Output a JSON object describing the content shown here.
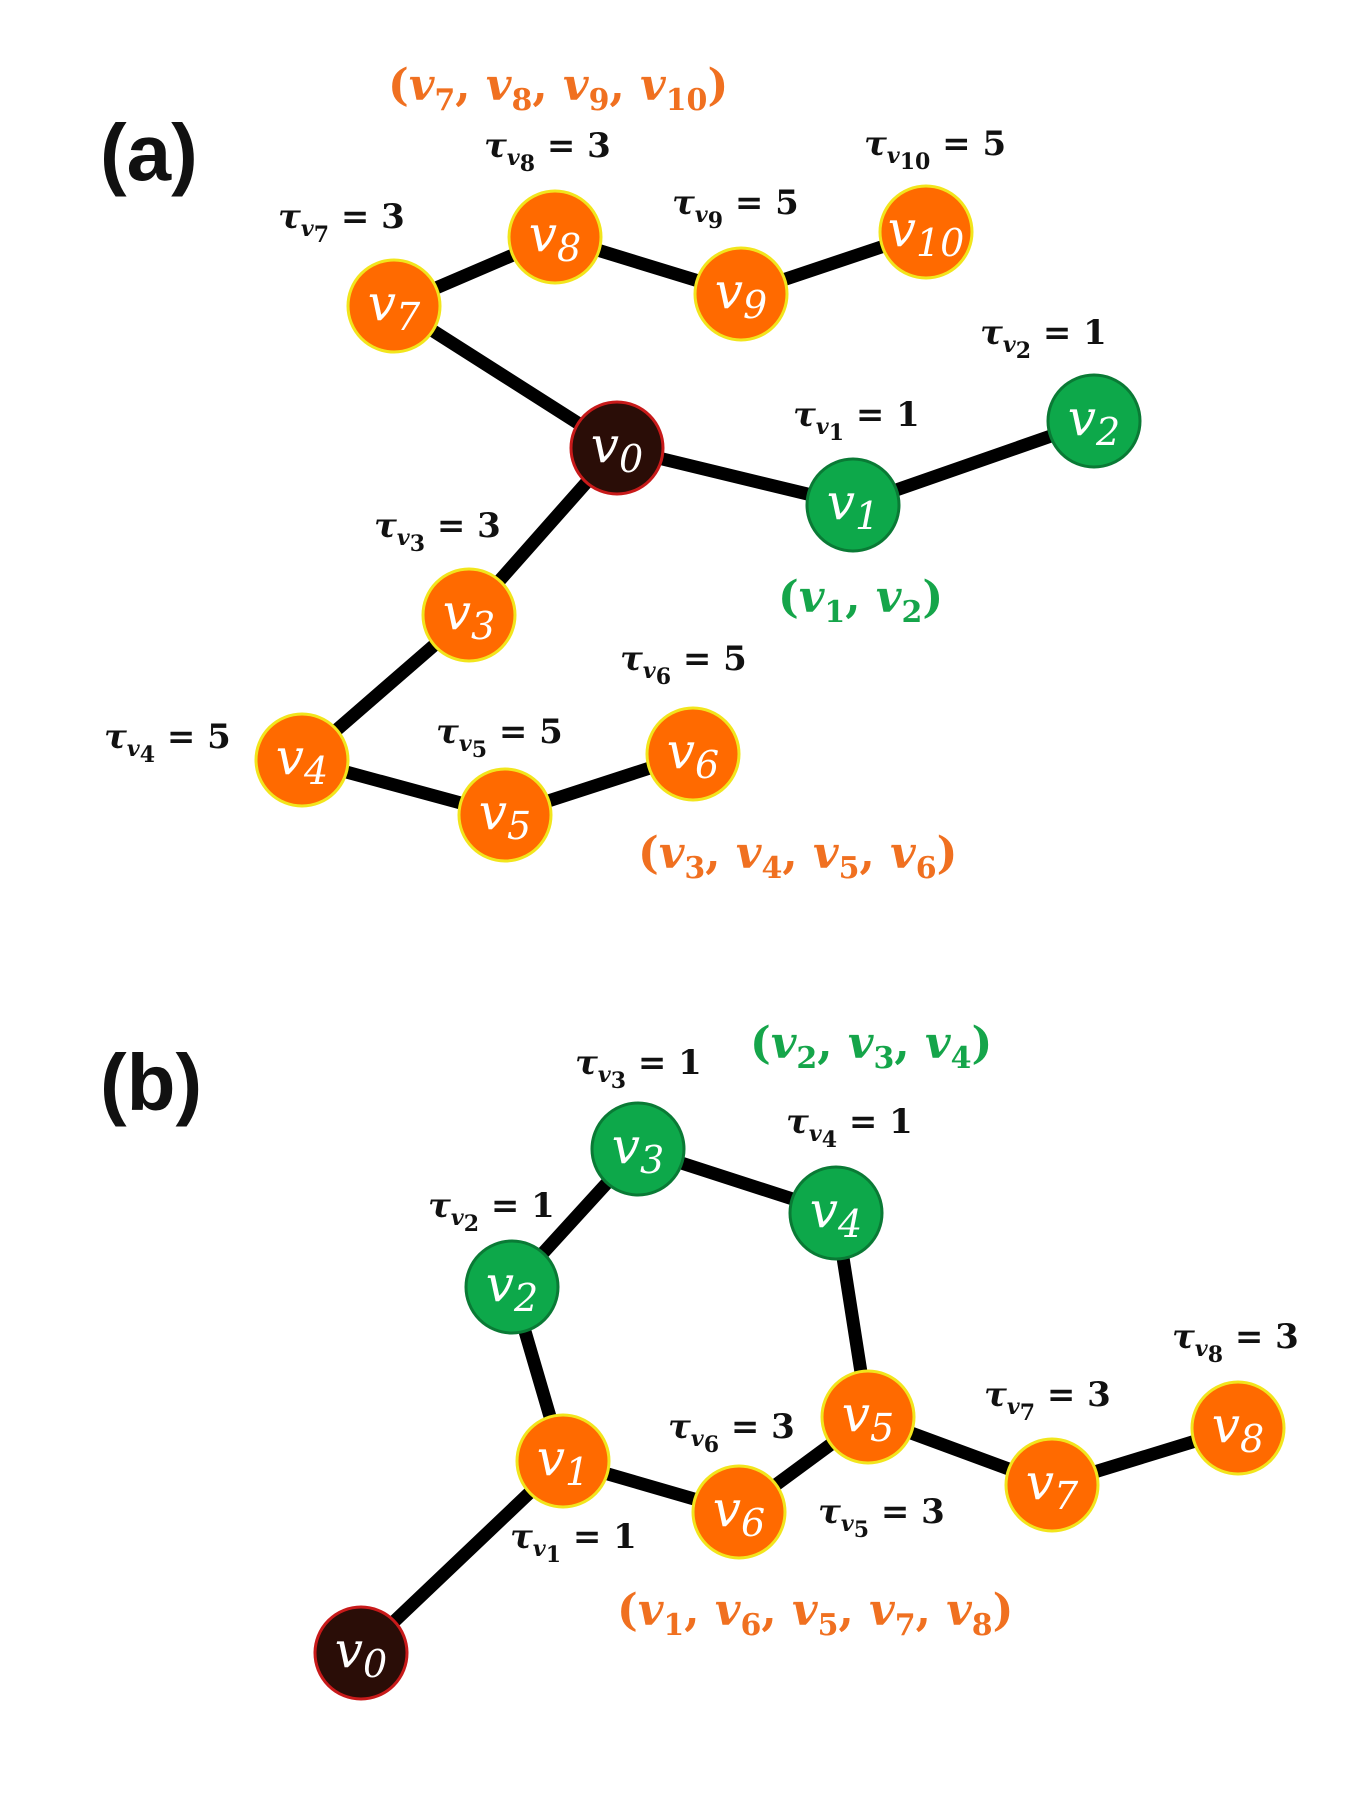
{
  "colors": {
    "orange": "#ff6a00",
    "green": "#0da84a",
    "root": "#2a0d07",
    "orange_border": "#f2e51c",
    "green_border": "#0a7a35",
    "root_border": "#c81a1a",
    "path_orange": "#f07020",
    "path_green": "#15a54a",
    "edge": "#000000"
  },
  "panels": [
    {
      "label": "(a)",
      "nodes": [
        {
          "id": "v0",
          "name": "v",
          "sub": "0",
          "kind": "root"
        },
        {
          "id": "v1",
          "name": "v",
          "sub": "1",
          "kind": "green",
          "tau": "1"
        },
        {
          "id": "v2",
          "name": "v",
          "sub": "2",
          "kind": "green",
          "tau": "1"
        },
        {
          "id": "v3",
          "name": "v",
          "sub": "3",
          "kind": "orange",
          "tau": "3"
        },
        {
          "id": "v4",
          "name": "v",
          "sub": "4",
          "kind": "orange",
          "tau": "5"
        },
        {
          "id": "v5",
          "name": "v",
          "sub": "5",
          "kind": "orange",
          "tau": "5"
        },
        {
          "id": "v6",
          "name": "v",
          "sub": "6",
          "kind": "orange",
          "tau": "5"
        },
        {
          "id": "v7",
          "name": "v",
          "sub": "7",
          "kind": "orange",
          "tau": "3"
        },
        {
          "id": "v8",
          "name": "v",
          "sub": "8",
          "kind": "orange",
          "tau": "3"
        },
        {
          "id": "v9",
          "name": "v",
          "sub": "9",
          "kind": "orange",
          "tau": "5"
        },
        {
          "id": "v10",
          "name": "v",
          "sub": "10",
          "kind": "orange",
          "tau": "5"
        }
      ],
      "edges": [
        [
          "v0",
          "v7"
        ],
        [
          "v7",
          "v8"
        ],
        [
          "v8",
          "v9"
        ],
        [
          "v9",
          "v10"
        ],
        [
          "v0",
          "v1"
        ],
        [
          "v1",
          "v2"
        ],
        [
          "v0",
          "v3"
        ],
        [
          "v3",
          "v4"
        ],
        [
          "v4",
          "v5"
        ],
        [
          "v5",
          "v6"
        ]
      ],
      "paths": [
        {
          "color": "orange",
          "items": [
            "7",
            "8",
            "9",
            "10"
          ]
        },
        {
          "color": "green",
          "items": [
            "1",
            "2"
          ]
        },
        {
          "color": "orange",
          "items": [
            "3",
            "4",
            "5",
            "6"
          ]
        }
      ]
    },
    {
      "label": "(b)",
      "nodes": [
        {
          "id": "v0",
          "name": "v",
          "sub": "0",
          "kind": "root"
        },
        {
          "id": "v1",
          "name": "v",
          "sub": "1",
          "kind": "orange",
          "tau": "1"
        },
        {
          "id": "v2",
          "name": "v",
          "sub": "2",
          "kind": "green",
          "tau": "1"
        },
        {
          "id": "v3",
          "name": "v",
          "sub": "3",
          "kind": "green",
          "tau": "1"
        },
        {
          "id": "v4",
          "name": "v",
          "sub": "4",
          "kind": "green",
          "tau": "1"
        },
        {
          "id": "v5",
          "name": "v",
          "sub": "5",
          "kind": "orange",
          "tau": "3"
        },
        {
          "id": "v6",
          "name": "v",
          "sub": "6",
          "kind": "orange",
          "tau": "3"
        },
        {
          "id": "v7",
          "name": "v",
          "sub": "7",
          "kind": "orange",
          "tau": "3"
        },
        {
          "id": "v8",
          "name": "v",
          "sub": "8",
          "kind": "orange",
          "tau": "3"
        }
      ],
      "edges": [
        [
          "v0",
          "v1"
        ],
        [
          "v1",
          "v2"
        ],
        [
          "v2",
          "v3"
        ],
        [
          "v3",
          "v4"
        ],
        [
          "v4",
          "v5"
        ],
        [
          "v1",
          "v6"
        ],
        [
          "v6",
          "v5"
        ],
        [
          "v5",
          "v7"
        ],
        [
          "v7",
          "v8"
        ]
      ],
      "paths": [
        {
          "color": "green",
          "items": [
            "2",
            "3",
            "4"
          ]
        },
        {
          "color": "orange",
          "items": [
            "1",
            "6",
            "5",
            "7",
            "8"
          ]
        }
      ]
    }
  ],
  "tau_symbol": "τ",
  "tau_var": "v",
  "equals": "="
}
